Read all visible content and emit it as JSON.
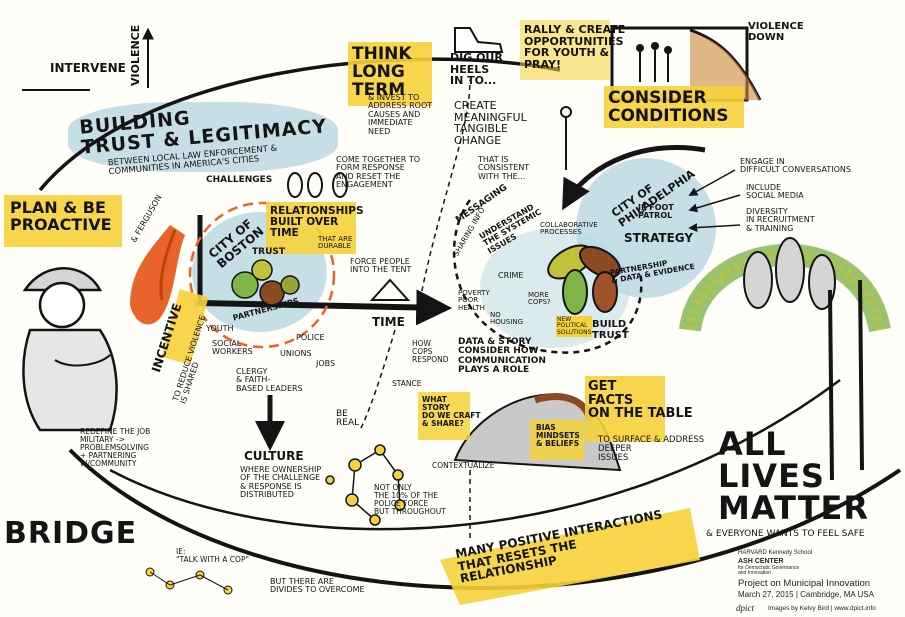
{
  "header": {
    "intervene": "INTERVENE",
    "violence_up": "VIOLENCE",
    "violence_down": "VIOLENCE\nDOWN"
  },
  "title": {
    "main": "BUILDING\nTRUST & LEGITIMACY",
    "sub": "between LOCAL LAW ENFORCEMENT &\nCOMMUNITIES in AMERICA'S CITIES"
  },
  "think_long": {
    "title": "THINK\nLONG\nTERM",
    "body": "& INVEST to\nADDRESS ROOT\nCAUSES and\nIMMEDIATE\nNEED"
  },
  "dig_heels": {
    "title": "DIG OUR\nHEELS\nIN to...",
    "body": "CREATE\nMEANINGFUL\nTANGIBLE\nCHANGE",
    "consistent": "THAT IS\nCONSISTENT\nwith the..."
  },
  "rally": "RALLY & CREATE\nOPPORTUNITIES\nfor YOUTH &\nPRAY!",
  "consider": "CONSIDER\nCONDITIONS",
  "plan": {
    "title": "PLAN & BE\nPROACTIVE",
    "ferguson": "& FERGUSON",
    "challenges": "CHALLENGES"
  },
  "boston": {
    "name": "CITY of\nBOSTON",
    "trust": "TRUST",
    "partnerships": "PARTNERSHIPS",
    "youth": "YOUTH",
    "social_workers": "SOCIAL\nWORKERS",
    "police": "POLICE",
    "unions": "UNIONS",
    "jobs": "JOBS",
    "clergy": "CLERGY\n& FAITH-\nBASED LEADERS"
  },
  "relationships": {
    "come_together": "COME TOGETHER to\nFORM RESPONSE\nand RESET the\nENGAGEMENT",
    "title": "RELATIONSHIPS\nBUILT OVER\nTIME",
    "durable": "that are\nDURABLE",
    "force_people": "FORCE PEOPLE\ninto the TENT",
    "time": "TIME"
  },
  "incentive": {
    "title": "INCENTIVE",
    "body": "to REDUCE VIOLENCE\nis SHARED"
  },
  "center": {
    "messaging": "MESSAGING",
    "sharing": "SHARING INFO",
    "understand": "UNDERSTAND\nthe SYSTEMIC\nISSUES",
    "collab": "COLLABORATIVE\nPROCESSES",
    "poverty": "POVERTY\nPOOR\nHEALTH",
    "no_housing": "NO\nHOUSING",
    "crime": "CRIME",
    "more_cops": "MORE\nCOPS?",
    "new_political": "NEW\nPOLITICAL\nSOLUTIONS",
    "build_trust": "BUILD\nTRUST",
    "how_cops": "HOW\nCOPS\nRESPOND",
    "stance": "STANCE",
    "data_story": "DATA & STORY\nCONSIDER HOW\nCOMMUNICATION\nPLAYS a ROLE"
  },
  "philadelphia": {
    "name": "CITY of\nPHILADELPHIA",
    "foot": "ie FOOT\nPATROL",
    "strategy": "STRATEGY",
    "partnership": "PARTNERSHIP\n& DATA & EVIDENCE",
    "engage": "ENGAGE in\nDIFFICULT CONVERSATIONS",
    "include": "INCLUDE\nSOCIAL MEDIA",
    "diversity": "DIVERSITY\nin RECRUITMENT\n& TRAINING"
  },
  "facts": {
    "title": "GET\nFACTS\non the TABLE",
    "surface": "to SURFACE & ADDRESS\nDEEPER\nISSUES",
    "what_story": "WHAT\nSTORY\nDO WE CRAFT\n& SHARE?",
    "bias": "BIAS\nMINDSETS\n& BELIEFS",
    "contextualize": "CONTEXTUALIZE"
  },
  "culture": {
    "be_real": "BE\nREAL",
    "title": "CULTURE",
    "body": "WHERE OWNERSHIP\nof the CHALLENGE\n& RESPONSE is\nDISTRIBUTED",
    "not_only": "NOT ONLY\nthe 10% of the\nPOLICE FORCE\nbut THROUGHOUT"
  },
  "left": {
    "redefine": "REDEFINE the JOB\nMILITARY ->\nPROBLEMSOLVING\n+ PARTNERING\nw/COMMUNITY",
    "bridge": "BRIDGE",
    "talk": "ie:\n\"TALK with a COP\"",
    "divides": "BUT THERE ARE\nDIVIDES to OVERCOME"
  },
  "bottom": {
    "many": "MANY POSITIVE INTERACTIONS\nTHAT RESETS the\nRELATIONSHIP",
    "all_lives": "ALL\nLIVES\nMATTER",
    "safe": "& EVERYONE WANTS TO FEEL SAFE"
  },
  "footer": {
    "school": "HARVARD Kennedy School",
    "center": "ASH CENTER",
    "center_sub": "for Democratic Governance\nand Innovation",
    "project": "Project on Municipal Innovation",
    "date": "March 27, 2015 | Cambridge, MA USA",
    "logo": "dpict",
    "credit": "Images by Kelvy Bird | www.dpict.info"
  },
  "colors": {
    "yellow": "#f6d23a",
    "blue": "#bcd9e3",
    "orange": "#e8642a",
    "green": "#7fb547",
    "brown": "#8a4b22",
    "olive": "#9aa23a",
    "ink": "#141414"
  },
  "icons": [
    "ferguson-fire-icon",
    "police-officer-icon",
    "people-icon",
    "tent-icon",
    "shoe-icon",
    "rally-people-icon",
    "flower-icon",
    "mountain-icon",
    "network-icon",
    "arrow-icon"
  ]
}
